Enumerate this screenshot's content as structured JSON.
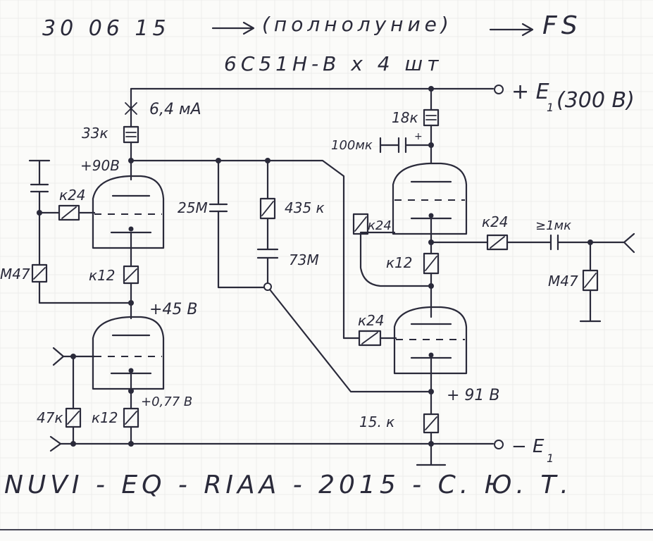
{
  "header": {
    "date": "30  06  15",
    "note": "(полнолуние)",
    "initials": "FS",
    "tube": "6С51Н-В  х 4 шт"
  },
  "supply": {
    "plus_label": "+ E",
    "plus_sub": "1",
    "plus_voltage": "(300 В)",
    "minus_label": "− E",
    "minus_sub": "1"
  },
  "labels": {
    "current": "6,4 мА",
    "r_33k": "33к",
    "v_90": "+90В",
    "r_k24_a": "к24",
    "r_m47_left": "М47",
    "r_k12_a": "к12",
    "v_45": "+45 В",
    "r_47k": "47к",
    "r_k12_b": "к12",
    "v_077": "+0,77 В",
    "c_25m": "25М",
    "r_435k": "435 к",
    "c_73m": "73М",
    "r_18k": "18к",
    "c_100mk": "100мк",
    "r_k24_b": "к24",
    "r_k12_c": "к12",
    "r_k24_out": "к24",
    "c_out": "≥1мк",
    "r_m47_out": "М47",
    "r_k24_c": "к24",
    "v_91": "+ 91 В",
    "r_15k": "15. к"
  },
  "footer": {
    "title": "NUVI - EQ - RIAA - 2015  -  С. Ю. Т."
  },
  "colors": {
    "ink": "#2a2a3a",
    "paper": "#fbfbf9",
    "grid": "#ececec"
  }
}
